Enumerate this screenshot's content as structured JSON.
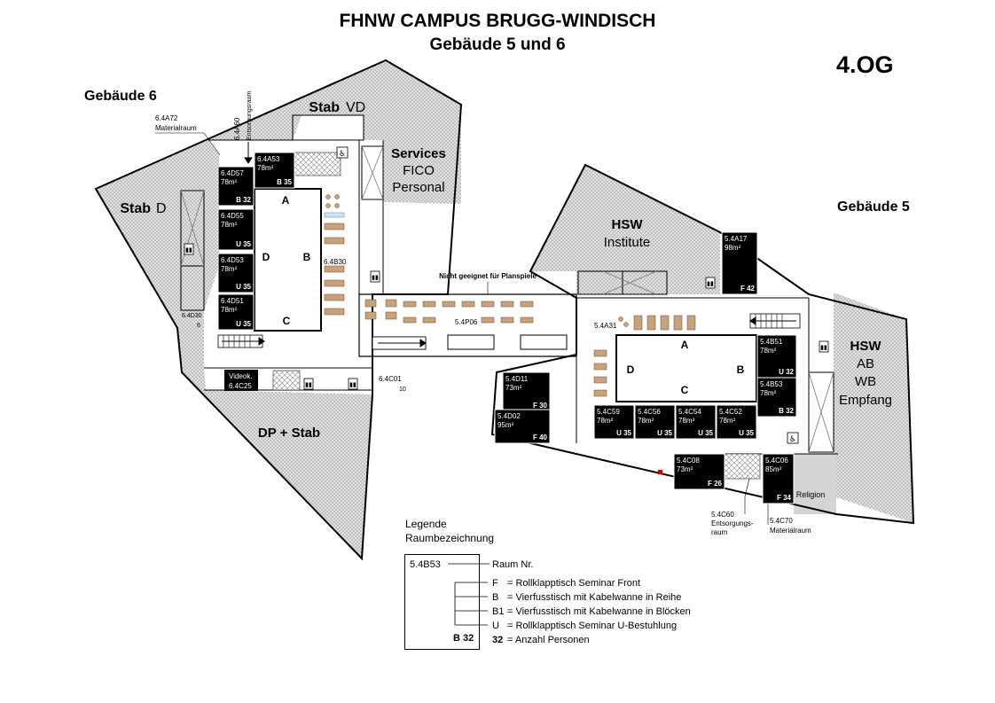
{
  "header": {
    "campus": "FHNW CAMPUS BRUGG-WINDISCH",
    "buildings": "Gebäude 5 und 6",
    "floor": "4.OG"
  },
  "building_labels": {
    "g6": "Gebäude 6",
    "g5": "Gebäude 5"
  },
  "areas": {
    "stab_vd_bold": "Stab",
    "stab_vd_rest": "VD",
    "stab_d_bold": "Stab",
    "stab_d_rest": "D",
    "services_1": "Services",
    "services_2": "FICO",
    "services_3": "Personal",
    "hsw_inst_1": "HSW",
    "hsw_inst_2": "Institute",
    "hsw_ab_1": "HSW",
    "hsw_ab_2": "AB",
    "hsw_ab_3": "WB",
    "hsw_ab_4": "Empfang",
    "dp_stab": "DP + Stab",
    "religion": "Religion",
    "nicht_geeignet": "Nicht geeignet für Planspiele"
  },
  "small_labels": {
    "mat6_id": "6.4A72",
    "mat6_name": "Materialraum",
    "ent6_id": "6.4A60",
    "ent6_name": "Entsorgungsraum",
    "r6_4D30": "6.4D30",
    "r6_4D30_cap": "6",
    "r6_4B30": "6.4B30",
    "video_1": "Videok.",
    "video_2": "6.4C25",
    "r6_4C01": "6.4C01",
    "r6_4C01_cap": "10",
    "r5_4P06": "5.4P06",
    "r5_4A31": "5.4A31",
    "c60_id": "5.4C60",
    "c60_n1": "Entsorgungs-",
    "c60_n2": "raum",
    "c70_id": "5.4C70",
    "c70_name": "Materialraum"
  },
  "hall_letters": {
    "a": "A",
    "b": "B",
    "c": "C",
    "d": "D"
  },
  "rooms": [
    {
      "id": "6.4A53",
      "size": "78m²",
      "code": "B 35"
    },
    {
      "id": "6.4D57",
      "size": "78m²",
      "code": "B 32"
    },
    {
      "id": "6.4D55",
      "size": "78m²",
      "code": "U 35"
    },
    {
      "id": "6.4D53",
      "size": "78m²",
      "code": "U 35"
    },
    {
      "id": "6.4D51",
      "size": "78m²",
      "code": "U 35"
    },
    {
      "id": "5.4A17",
      "size": "98m²",
      "code": "F 42"
    },
    {
      "id": "5.4B51",
      "size": "78m²",
      "code": "U 32"
    },
    {
      "id": "5.4B53",
      "size": "78m²",
      "code": "B 32"
    },
    {
      "id": "5.4D11",
      "size": "73m²",
      "code": "F 30"
    },
    {
      "id": "5.4D02",
      "size": "95m²",
      "code": "F 40"
    },
    {
      "id": "5.4C59",
      "size": "78m²",
      "code": "U 35"
    },
    {
      "id": "5.4C56",
      "size": "78m²",
      "code": "U 35"
    },
    {
      "id": "5.4C54",
      "size": "78m²",
      "code": "U 35"
    },
    {
      "id": "5.4C52",
      "size": "78m²",
      "code": "U 35"
    },
    {
      "id": "5.4C08",
      "size": "73m²",
      "code": "F 26"
    },
    {
      "id": "5.4C06",
      "size": "85m²",
      "code": "F 34"
    }
  ],
  "legend": {
    "title_1": "Legende",
    "title_2": "Raumbezeichnung",
    "example_room": "5.4B53",
    "example_cap": "B 32",
    "raum_nr": "Raum Nr.",
    "items": [
      {
        "key": "F",
        "text": "= Rollklapptisch Seminar Front"
      },
      {
        "key": "B",
        "text": "= Vierfusstisch mit Kabelwanne in Reihe"
      },
      {
        "key": "B1",
        "text": "= Vierfusstisch mit Kabelwanne in Blöcken"
      },
      {
        "key": "U",
        "text": "= Rollklapptisch Seminar U-Bestuhlung"
      },
      {
        "key": "32",
        "text": "= Anzahl Personen"
      }
    ]
  },
  "colors": {
    "room_fill": "#000000",
    "hatch_area": "#cfcfcf",
    "grey_room": "#d4d4d4",
    "wall": "#000000",
    "accent_red": "#cc0000"
  },
  "icons": [
    "wc-icon",
    "wheelchair-icon",
    "stairs-icon"
  ]
}
